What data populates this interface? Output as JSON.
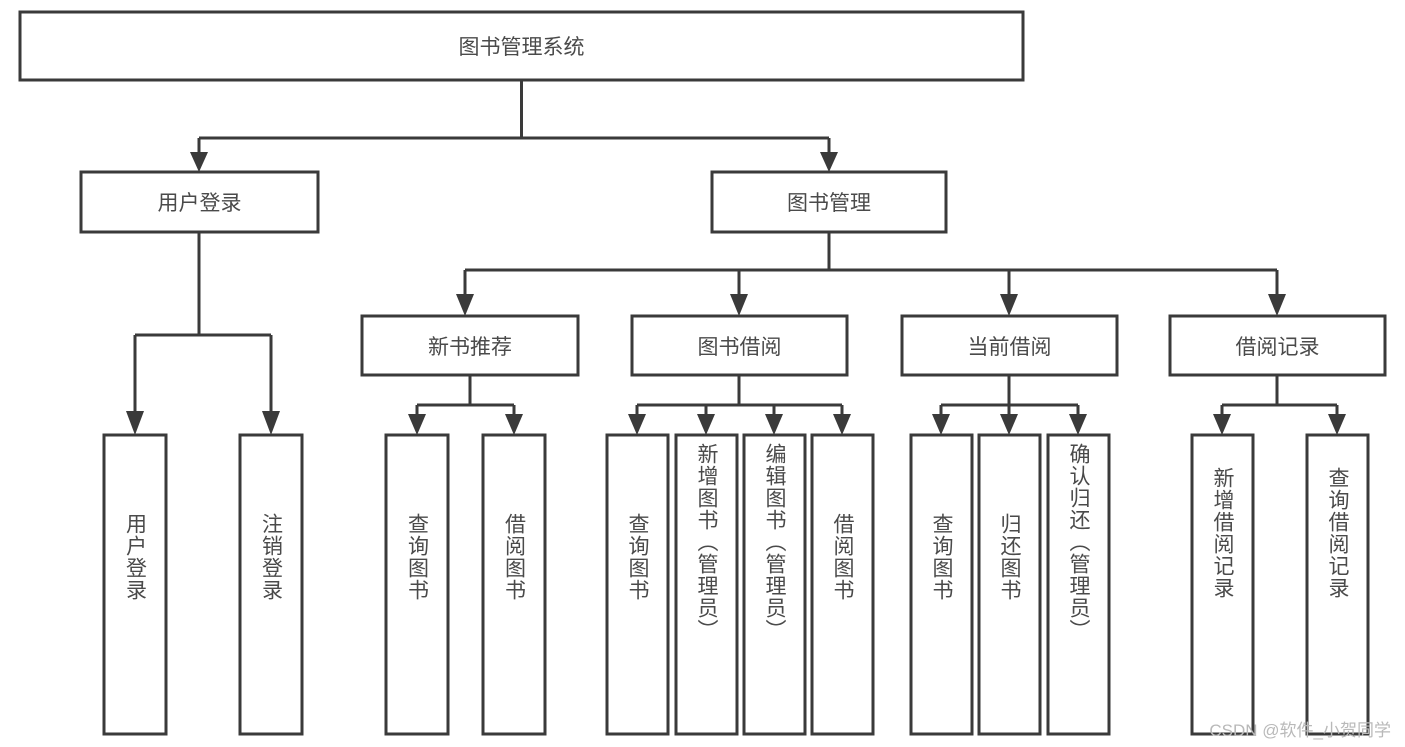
{
  "diagram": {
    "type": "tree",
    "title": "图书管理系统",
    "watermark": "CSDN @软件_小贺同学",
    "colors": {
      "stroke": "#3a3a3a",
      "box_fill": "#ffffff",
      "text": "#4a4a4a",
      "background": "#ffffff",
      "watermark": "#b9b9b9"
    },
    "root": {
      "label": "图书管理系统"
    },
    "level2": [
      {
        "label": "用户登录"
      },
      {
        "label": "图书管理"
      }
    ],
    "level3": [
      {
        "label": "新书推荐"
      },
      {
        "label": "图书借阅"
      },
      {
        "label": "当前借阅"
      },
      {
        "label": "借阅记录"
      }
    ],
    "leaves": {
      "user_login": [
        {
          "label": "用户登录"
        },
        {
          "label": "注销登录"
        }
      ],
      "new_book_recommend": [
        {
          "label": "查询图书"
        },
        {
          "label": "借阅图书"
        }
      ],
      "book_borrow": [
        {
          "label": "查询图书"
        },
        {
          "label": "新增图书（管理员）"
        },
        {
          "label": "编辑图书（管理员）"
        },
        {
          "label": "借阅图书"
        }
      ],
      "current_borrow": [
        {
          "label": "查询图书"
        },
        {
          "label": "归还图书"
        },
        {
          "label": "确认归还（管理员）"
        }
      ],
      "borrow_record": [
        {
          "label": "新增借阅记录"
        },
        {
          "label": "查询借阅记录"
        }
      ]
    }
  }
}
